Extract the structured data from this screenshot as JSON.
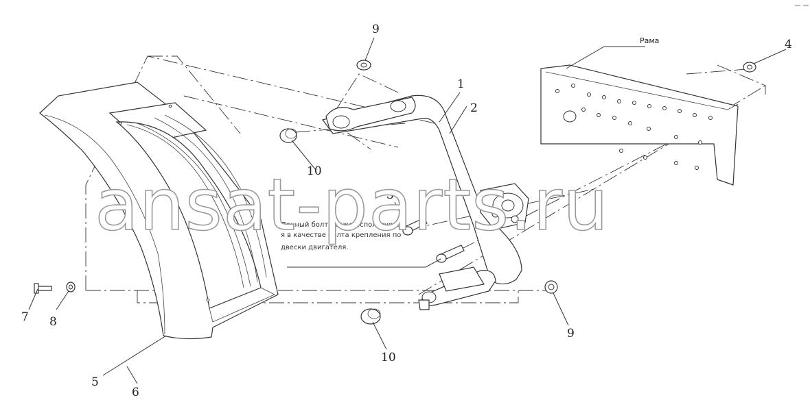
{
  "frame_label": "Рама",
  "note_lines": [
    "Данный болт также используетс",
    "я в качестве болта крепления по",
    "двески двигателя."
  ],
  "watermark": "ansat-parts.ru",
  "callouts": {
    "c1": "1",
    "c2": "2",
    "c3": "3",
    "c4": "4",
    "c5": "5",
    "c6": "6",
    "c7": "7",
    "c8": "8",
    "c9_top": "9",
    "c9_bottom": "9",
    "c10_top": "10",
    "c10_bottom": "10"
  }
}
